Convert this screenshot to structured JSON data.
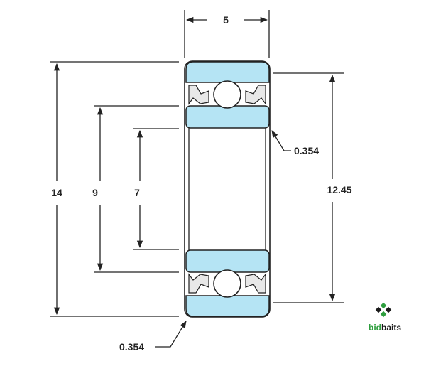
{
  "diagram": {
    "dimensions": {
      "width": "5",
      "outer_diameter": "14",
      "bore_shoulder": "9",
      "bore": "7",
      "outer_shoulder": "12.45",
      "chamfer_top": "0.354",
      "chamfer_bottom": "0.354"
    }
  },
  "brand": {
    "bid": "bid",
    "baits": "baits"
  },
  "colors": {
    "ring_fill": "#b5e4f4",
    "line": "#222222",
    "brand_dark": "#1a1a1a",
    "brand_green": "#2e9e3e"
  }
}
